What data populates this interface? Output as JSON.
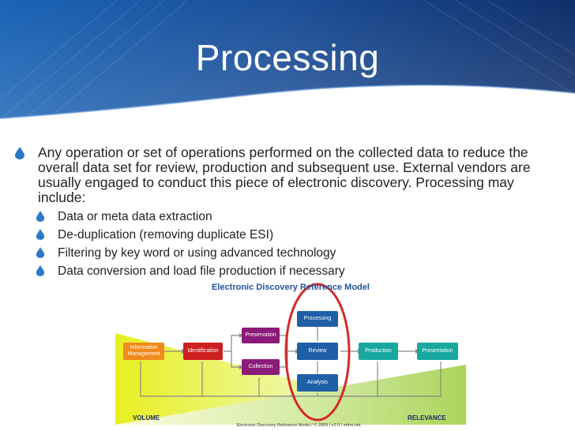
{
  "slide": {
    "title": "Processing",
    "bullet": "Any operation or set of operations performed on the collected data to reduce the overall data set for review, production and subsequent use.  External vendors are usually engaged to conduct this piece of electronic discovery. Processing may include:",
    "sub_bullets": [
      "Data or meta data extraction",
      "De-duplication (removing duplicate ESI)",
      "Filtering by key word or using advanced technology",
      "Data conversion and load file production if necessary"
    ]
  },
  "diagram": {
    "title": "Electronic Discovery Reference Model",
    "nodes": {
      "information_management": "Information Management",
      "identification": "Identification",
      "preservation": "Preservation",
      "collection": "Collection",
      "processing": "Processing",
      "review": "Review",
      "analysis": "Analysis",
      "production": "Production",
      "presentation": "Presentation"
    },
    "volume_label": "VOLUME",
    "relevance_label": "RELEVANCE",
    "footer": "Electronic Discovery Reference Model / © 2009 / v2.0 / edrm.net"
  },
  "colors": {
    "header_blue": "#1d5aa8",
    "bullet_mark": "#2a78c8",
    "highlight_ring": "#d42a2a",
    "info_mgmt": "#f08a1c",
    "identification": "#cc1f1f",
    "preserve_collect": "#8b1a78",
    "process_review_analysis": "#1f5fa8",
    "production_presentation": "#18a8a0"
  }
}
